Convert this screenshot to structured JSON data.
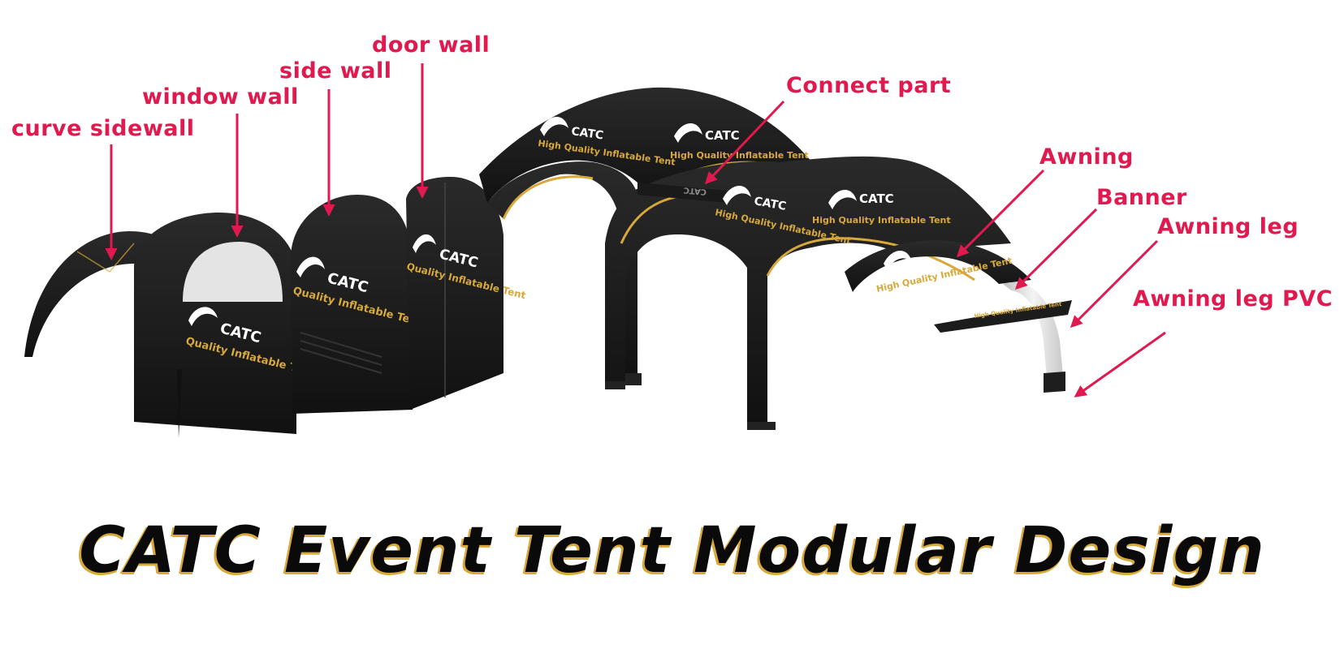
{
  "labels": {
    "curve_sidewall": "curve sidewall",
    "window_wall": "window wall",
    "side_wall": "side wall",
    "door_wall": "door wall",
    "connect_part": "Connect part",
    "awning": "Awning",
    "banner": "Banner",
    "awning_leg": "Awning leg",
    "awning_leg_pvc": "Awning leg PVC"
  },
  "brand": {
    "logo_text": "CATC",
    "tagline": "High Quality Inflatable Tent",
    "tagline_short": "Quality Inflatable Tent"
  },
  "title": "CATC Event Tent Modular Design",
  "colors": {
    "callout": "#e0194f",
    "tent_fabric": "#1c1c1c",
    "gold_trim": "#d8a93a",
    "awning_leg": "#e6e6e6"
  }
}
